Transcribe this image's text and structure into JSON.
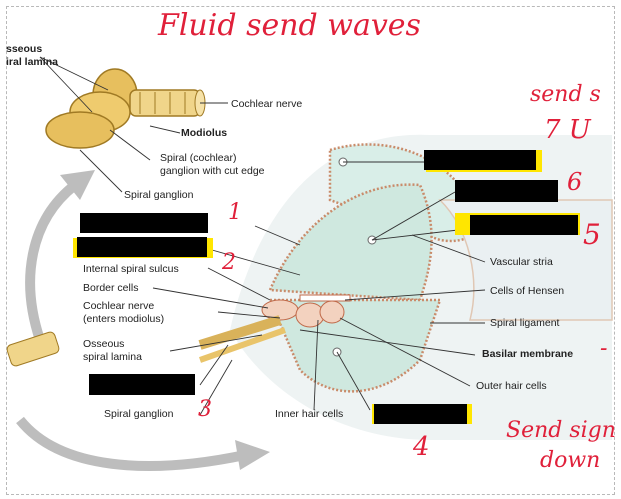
{
  "labels": {
    "osseous_lamina_top": "sseous",
    "spiral_lamina_top": "iral lamina",
    "cochlear_nerve": "Cochlear nerve",
    "modiolus": "Modiolus",
    "spiral_ganglion_cut_1": "Spiral (cochlear)",
    "spiral_ganglion_cut_2": "ganglion with cut edge",
    "spiral_ganglion": "Spiral ganglion",
    "internal_spiral_sulcus": "Internal spiral sulcus",
    "border_cells": "Border cells",
    "cochlear_nerve_enters_1": "Cochlear nerve",
    "cochlear_nerve_enters_2": "(enters modiolus)",
    "osseous_spiral_lamina_1": "Osseous",
    "osseous_spiral_lamina_2": "spiral lamina",
    "spiral_ganglion_bottom": "Spiral ganglion",
    "inner_hair_cells": "Inner hair cells",
    "vascular_stria": "Vascular stria",
    "cells_of_hensen": "Cells of Hensen",
    "spiral_ligament": "Spiral ligament",
    "basilar_membrane": "Basilar membrane",
    "outer_hair_cells": "Outer hair cells"
  },
  "annotations": {
    "title": "Fluid send waves",
    "num_1": "1",
    "num_2": "2",
    "num_3": "3",
    "num_4": "4",
    "num_5": "5",
    "num_6": "6",
    "num_7": "7",
    "send_top": "send s",
    "send_top_2": "7 U",
    "send_bottom_1": "Send sign",
    "send_bottom_2": "down",
    "dash": "-"
  },
  "colors": {
    "handwriting": "#e0203a",
    "highlight": "#ffe600",
    "scala_fill": "#cfe8df",
    "membrane": "#f3d2bf",
    "nerve": "#e9c46a",
    "arrow": "#b5b5b5"
  }
}
